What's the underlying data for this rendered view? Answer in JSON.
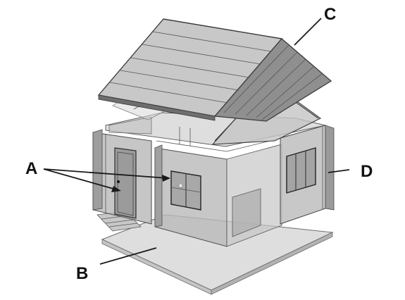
{
  "labels": {
    "a": "A",
    "b": "B",
    "c": "C",
    "d": "D"
  },
  "colors": {
    "roof_light": "#c9c9c9",
    "roof_dark": "#8a8a8a",
    "wall": "#bdbdbd",
    "floor": "#d6d6d6",
    "line": "#3c3c3c"
  }
}
